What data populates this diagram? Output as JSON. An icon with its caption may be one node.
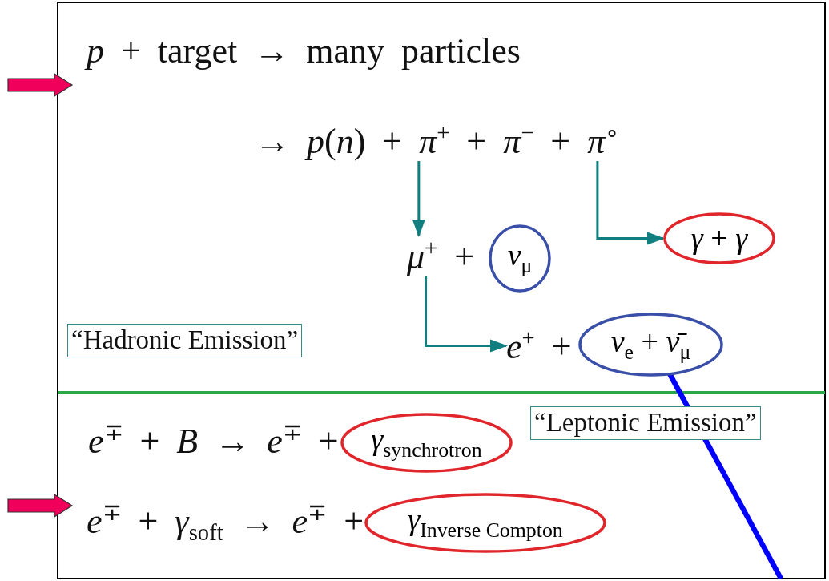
{
  "diagram": {
    "nodes": [
      {
        "text": [
          "→ *p*(*n*) + *π*$^{+}$ + *π*$^{−}$ + *π*$^{∘}$"
        ]
      },
      {
        "text": [
          "*γ* + *γ*"
        ]
      },
      {
        "text": [
          "*μ*$^{+}$ +"
        ]
      },
      {
        "text": [
          "*ν*$_{μ}$"
        ]
      },
      {
        "text": [
          "“Hadronic Emission”"
        ]
      },
      {
        "text": [
          "*e*$^{+}$ +"
        ]
      },
      {
        "text": [
          "*ν*$_{e}$ + *ν̄*$_{μ}$"
        ]
      },
      {
        "text": [
          "“Leptonic Emission”"
        ]
      },
      {
        "text": [
          "*e*$^{∓}$ + *B* → *e*$^{∓}$ +"
        ]
      },
      {
        "text": [
          "*γ*$_{synchrotron}$"
        ]
      },
      {
        "text": [
          "*e*$^{∓}$ + *γ*$_{soft}$ → *e*$^{∓}$ +"
        ]
      },
      {
        "text": [
          "*γ*$_{Inverse Compton}$"
        ]
      }
    ],
    "edges": [
      {
        "from": 0,
        "to": 2,
        "arrow": "to"
      },
      {
        "from": 0,
        "to": 1,
        "arrow": "to"
      },
      {
        "from": 2,
        "to": 5,
        "arrow": "to"
      },
      {
        "from": 6,
        "to": null,
        "arrow": "none",
        "style": "thick",
        "color": "#0000ff"
      }
    ],
    "labels": [
      "*p* + target → many particles"
    ]
  }
}
